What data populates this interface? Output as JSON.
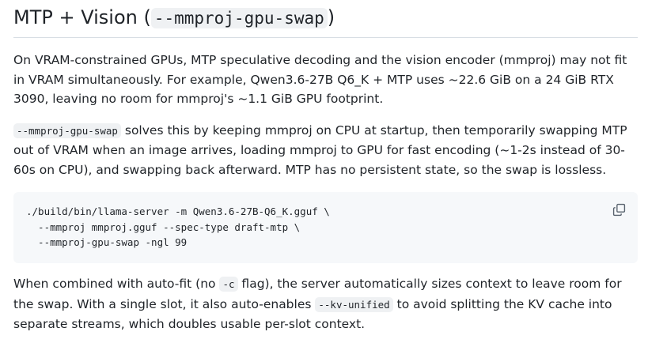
{
  "heading": {
    "text": "MTP + Vision (",
    "code": "--mmproj-gpu-swap",
    "close": ")"
  },
  "paragraph1": "On VRAM-constrained GPUs, MTP speculative decoding and the vision encoder (mmproj) may not fit in VRAM simultaneously. For example, Qwen3.6-27B Q6_K + MTP uses ~22.6 GiB on a 24 GiB RTX 3090, leaving no room for mmproj's ~1.1 GiB GPU footprint.",
  "paragraph2": {
    "code": "--mmproj-gpu-swap",
    "text": " solves this by keeping mmproj on CPU at startup, then temporarily swapping MTP out of VRAM when an image arrives, loading mmproj to GPU for fast encoding (~1-2s instead of 30-60s on CPU), and swapping back afterward. MTP has no persistent state, so the swap is lossless."
  },
  "code_block": {
    "lines": [
      "./build/bin/llama-server -m Qwen3.6-27B-Q6_K.gguf \\",
      "  --mmproj mmproj.gguf --spec-type draft-mtp \\",
      "  --mmproj-gpu-swap -ngl 99"
    ],
    "copy_icon": "copy-icon"
  },
  "paragraph3": {
    "part1": "When combined with auto-fit (no ",
    "code1": "-c",
    "part2": " flag), the server automatically sizes context to leave room for the swap. With a single slot, it also auto-enables ",
    "code2": "--kv-unified",
    "part3": " to avoid splitting the KV cache into separate streams, which doubles usable per-slot context."
  }
}
